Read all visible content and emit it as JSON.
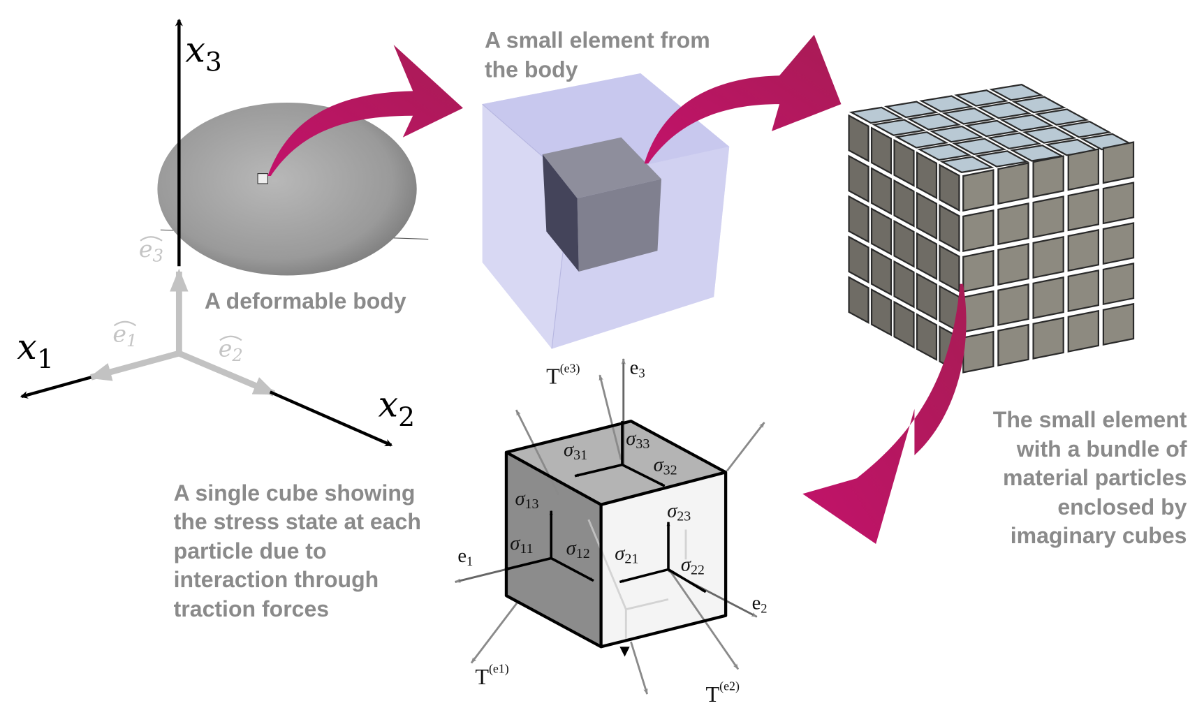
{
  "colors": {
    "accent": "#b8175c",
    "caption": "#8a8a8a",
    "box": "#c9c9ee"
  },
  "axes": {
    "x1": "x",
    "x1_sub": "1",
    "x2": "x",
    "x2_sub": "2",
    "x3": "x",
    "x3_sub": "3",
    "e1": "e",
    "e1_sub": "1",
    "e2": "e",
    "e2_sub": "2",
    "e3": "e",
    "e3_sub": "3"
  },
  "captions": {
    "body": "A deformable body",
    "element": [
      "A small element from",
      "the body"
    ],
    "particles": [
      "The small element",
      "with a bundle of",
      "material particles",
      "enclosed by",
      "imaginary cubes"
    ],
    "stress": [
      "A single cube showing",
      "the stress state at each",
      "particle due to",
      "interaction through",
      "traction forces"
    ]
  },
  "stress_cube": {
    "e1": "e",
    "e1_sub": "1",
    "e2": "e",
    "e2_sub": "2",
    "e3": "e",
    "e3_sub": "3",
    "T1": "T",
    "T1_sup": "(e1)",
    "T2": "T",
    "T2_sup": "(e2)",
    "T3": "T",
    "T3_sup": "(e3)",
    "sigma": "σ",
    "components": [
      "11",
      "12",
      "13",
      "21",
      "22",
      "23",
      "31",
      "32",
      "33"
    ]
  },
  "particle_grid": {
    "rows": 5,
    "cols": 5,
    "depth": 5
  }
}
